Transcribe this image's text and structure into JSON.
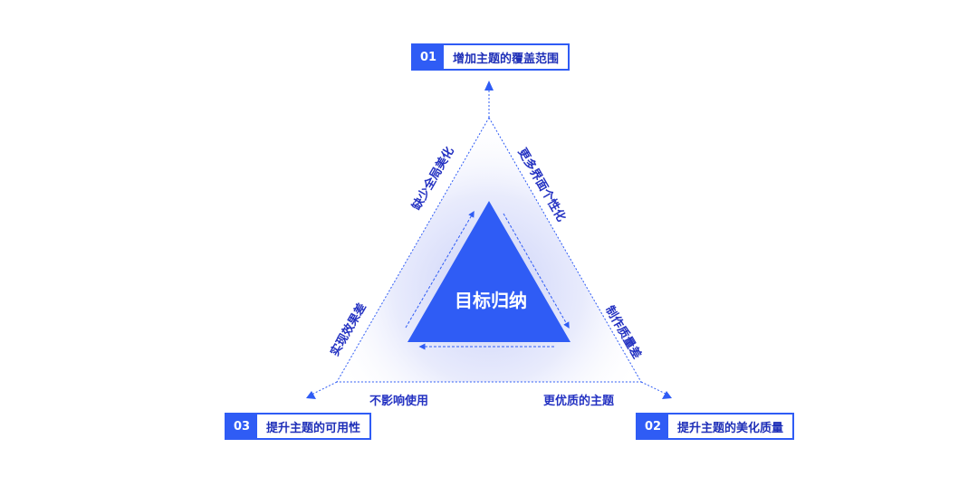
{
  "center": {
    "label": "目标归纳"
  },
  "nodes": [
    {
      "number": "01",
      "label": "增加主题的覆盖范围"
    },
    {
      "number": "02",
      "label": "提升主题的美化质量"
    },
    {
      "number": "03",
      "label": "提升主题的可用性"
    }
  ],
  "edge_labels": {
    "left_upper": "缺少全局美化",
    "left_lower": "实现效果差",
    "right_upper": "更多界面个性化",
    "right_lower": "制作质量差",
    "bottom_left": "不影响使用",
    "bottom_right": "更优质的主题"
  },
  "colors": {
    "primary": "#2f5cf5",
    "text": "#2432c2",
    "glow": "#dfe3fb"
  }
}
